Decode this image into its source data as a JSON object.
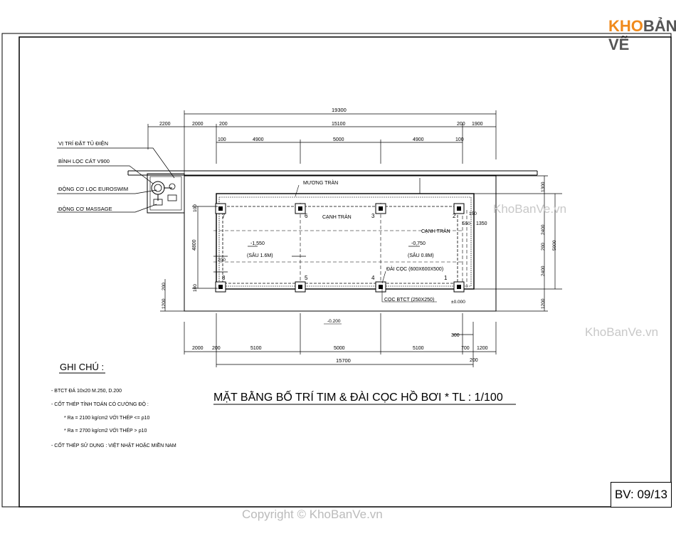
{
  "logo": {
    "part1": "KHO",
    "part2": "BẢN VẼ"
  },
  "watermark_site": "KhoBanVe.vn",
  "copyright": "Copyright © KhoBanVe.vn",
  "sheet_number": "BV: 09/13",
  "title": "MẶT BẰNG BỐ TRÍ TIM & ĐÀI CỌC HỒ BƠI * TL : 1/100",
  "equipment_labels": {
    "panel": "VỊ TRÍ ĐẶT TỦ ĐIỆN",
    "filter": "BÌNH LỌC CÁT V900",
    "filter_motor": "ĐỘNG CƠ LỌC EUROSWIM",
    "massage_motor": "ĐỘNG CƠ MASSAGE"
  },
  "plan_labels": {
    "overflow_gutter": "MƯƠNG TRÀN",
    "overflow_edge_1": "CẠNH TRÀN",
    "overflow_edge_2": "CẠNH TRÀN",
    "level_deep": "-1,550",
    "depth_deep": "(SÂU 1.6M)",
    "level_shallow": "-0,750",
    "depth_shallow": "(SÂU 0.8M)",
    "pile_cap": "ĐÀI CỌC (600X600X500)",
    "pile": "CỌC BTCT (250X250)",
    "level_zero": "±0.000",
    "level_ground": "-0.200"
  },
  "pile_numbers": [
    "1",
    "2",
    "3",
    "4",
    "5",
    "6",
    "7",
    "8"
  ],
  "dimensions": {
    "top_total": "19300",
    "top_row2": [
      "2200",
      "2000",
      "200",
      "15100",
      "200",
      "1900"
    ],
    "top_row3": [
      "100",
      "4900",
      "5000",
      "4900",
      "100"
    ],
    "bottom_row1": [
      "2000",
      "200",
      "5100",
      "5000",
      "5100",
      "700",
      "1200"
    ],
    "bottom_right_small": "300",
    "bottom_total": "15700",
    "bottom_end": "200",
    "left_vertical": [
      "4800",
      "200",
      "100",
      "200",
      "1200",
      "100"
    ],
    "right_vertical": [
      "1300",
      "2400",
      "200",
      "2400",
      "1200",
      "5000",
      "150",
      "1350",
      "550"
    ]
  },
  "notes": {
    "heading": "GHI CHÚ :",
    "items": [
      "- BTCT ĐÁ 10x20 M.250, D.200",
      "- CỐT THÉP TÍNH TOÁN CÓ CƯỜNG ĐỘ :",
      "* Ra = 2100 kg/cm2 VỚI THÉP <= ρ10",
      "* Ra = 2700 kg/cm2 VỚI THÉP > ρ10",
      "- CỐT THÉP SỬ DỤNG : VIỆT NHẬT HOẶC MIỀN NAM"
    ]
  }
}
